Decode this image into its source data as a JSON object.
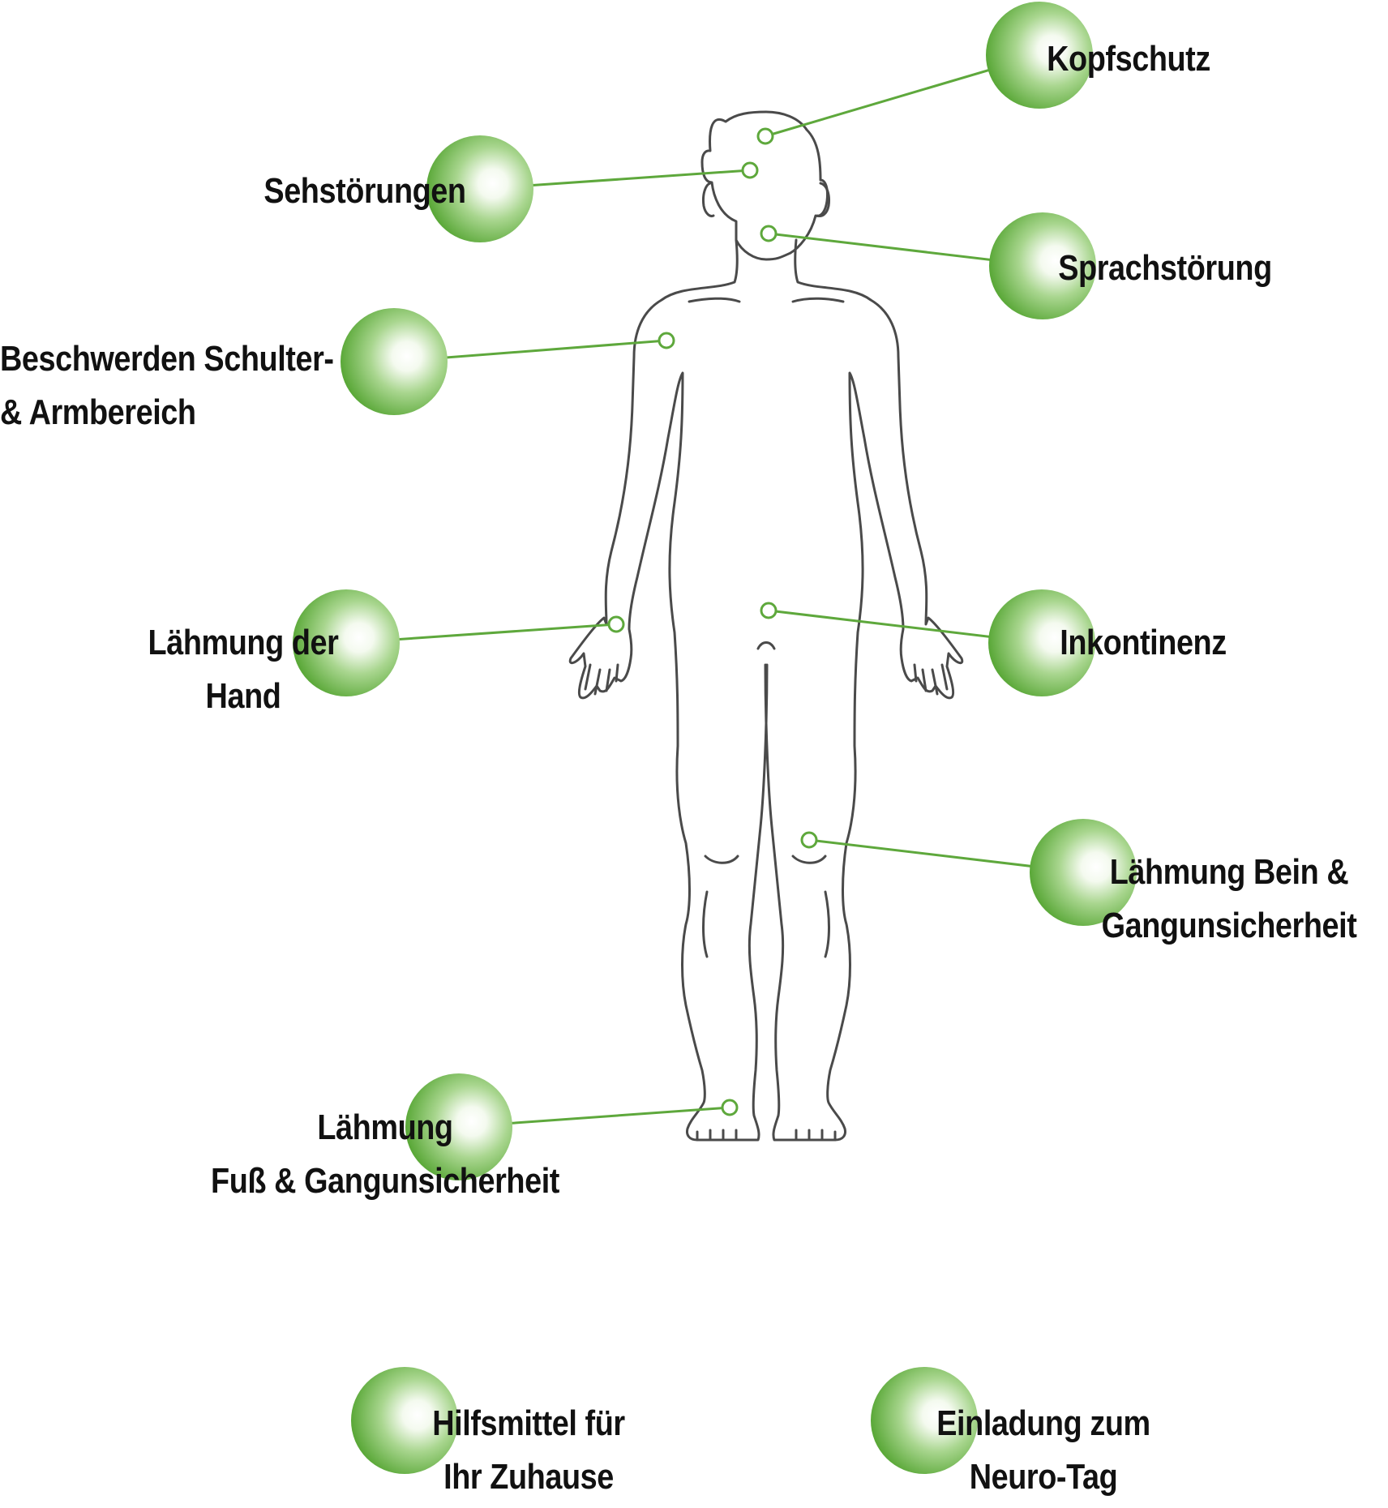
{
  "accent_color": "#6ab04c",
  "line_color": "#5ea83c",
  "body_outline_color": "#4a4a4a",
  "body_figure_icon": "human-body-outline-icon",
  "hotspots": [
    {
      "id": "kopfschutz",
      "lines": [
        "Kopfschutz"
      ]
    },
    {
      "id": "sehstoerungen",
      "lines": [
        "Sehstörungen"
      ]
    },
    {
      "id": "sprachstoerung",
      "lines": [
        "Sprachstörung"
      ]
    },
    {
      "id": "schulter-arm",
      "lines": [
        "Beschwerden Schulter-",
        "& Armbereich"
      ]
    },
    {
      "id": "laehmung-hand",
      "lines": [
        "Lähmung der",
        "Hand"
      ]
    },
    {
      "id": "inkontinenz",
      "lines": [
        "Inkontinenz"
      ]
    },
    {
      "id": "laehmung-bein",
      "lines": [
        "Lähmung Bein &",
        "Gangunsicherheit"
      ]
    },
    {
      "id": "laehmung-fuss",
      "lines": [
        "Lähmung",
        "Fuß & Gangunsicherheit"
      ]
    },
    {
      "id": "hilfsmittel",
      "lines": [
        "Hilfsmittel für",
        "Ihr Zuhause"
      ]
    },
    {
      "id": "neuro-tag",
      "lines": [
        "Einladung zum",
        "Neuro-Tag"
      ]
    }
  ]
}
